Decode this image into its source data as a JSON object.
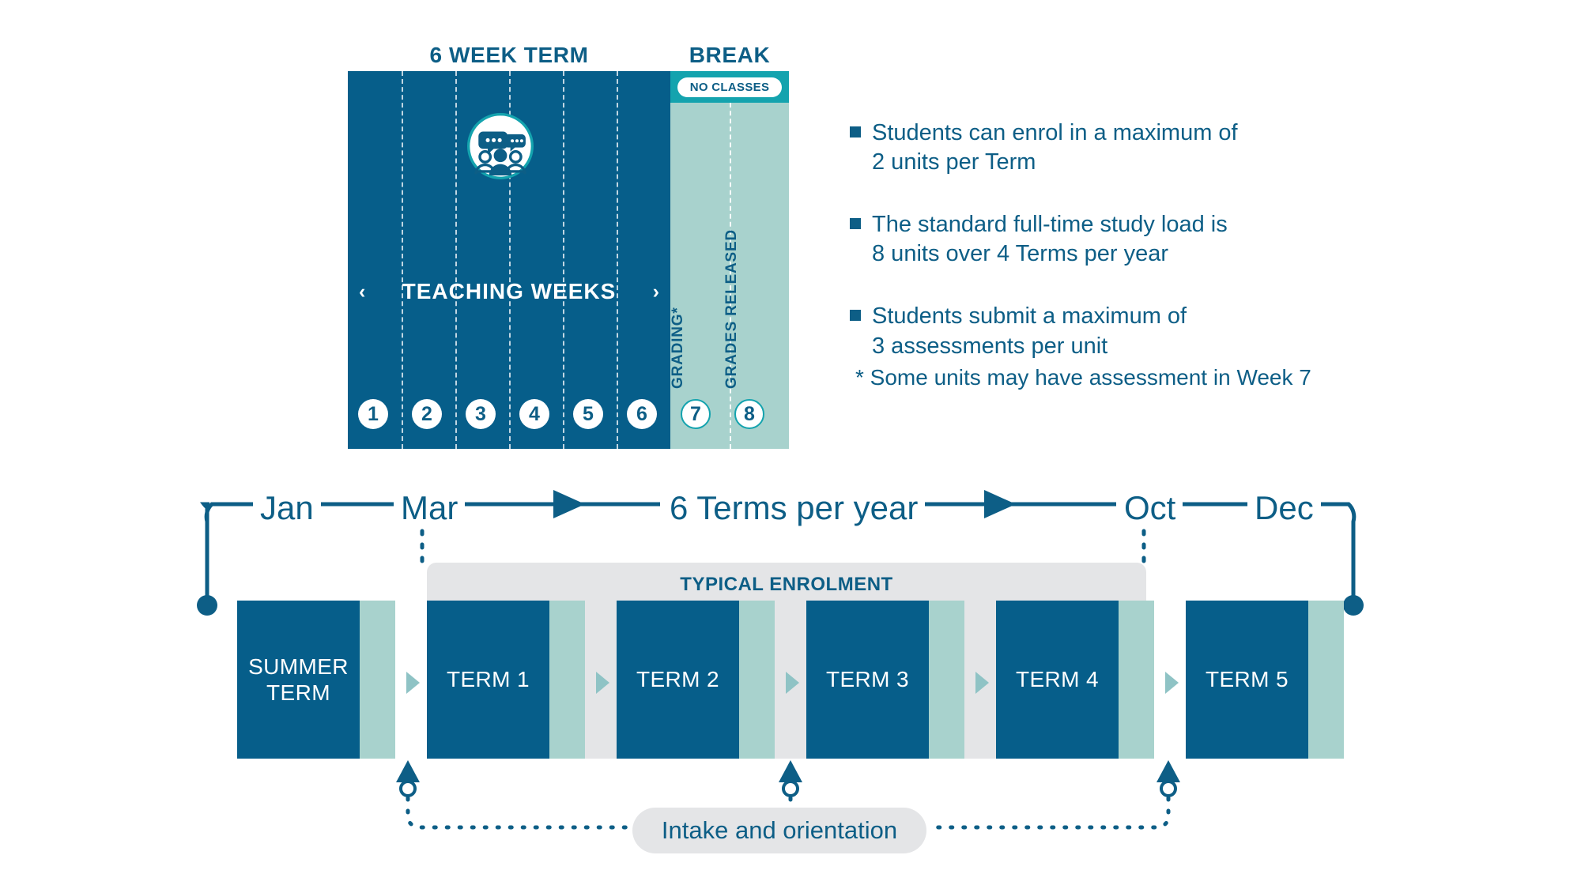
{
  "term_diagram": {
    "header_term": "6 WEEK TERM",
    "header_break": "BREAK",
    "no_classes_badge": "NO CLASSES",
    "teaching_weeks_label": "TEACHING WEEKS",
    "chevron_left": "‹",
    "chevron_right": "›",
    "grading_label": "GRADING*",
    "grades_released_label": "GRADES RELEASED",
    "week_numbers": [
      "1",
      "2",
      "3",
      "4",
      "5",
      "6",
      "7",
      "8"
    ],
    "teaching_week_count": 6,
    "break_week_count": 2
  },
  "notes": {
    "bullets": [
      {
        "line1": "Students can enrol in a maximum of",
        "line2": "2 units per Term"
      },
      {
        "line1": "The standard full-time study load is",
        "line2": "8 units over 4 Terms per year"
      },
      {
        "line1": "Students submit a maximum of",
        "line2": "3 assessments per unit"
      }
    ],
    "footnote": "* Some units may have assessment in Week 7"
  },
  "timeline": {
    "months": {
      "start": "Jan",
      "second": "Mar",
      "middle_label": "6 Terms per year",
      "fourth": "Oct",
      "end": "Dec"
    },
    "enrolment_band_label": "TYPICAL ENROLMENT",
    "intake_label": "Intake and orientation",
    "terms": [
      {
        "name_line1": "SUMMER",
        "name_line2": "TERM"
      },
      {
        "name_line1": "TERM 1",
        "name_line2": ""
      },
      {
        "name_line1": "TERM 2",
        "name_line2": ""
      },
      {
        "name_line1": "TERM 3",
        "name_line2": ""
      },
      {
        "name_line1": "TERM 4",
        "name_line2": ""
      },
      {
        "name_line1": "TERM 5",
        "name_line2": ""
      }
    ]
  },
  "colors": {
    "primary_dark_blue": "#065e8a",
    "text_blue": "#0d5e86",
    "light_teal": "#a8d2cd",
    "accent_teal": "#14a3ae",
    "band_grey": "#e4e5e7",
    "white": "#ffffff"
  }
}
